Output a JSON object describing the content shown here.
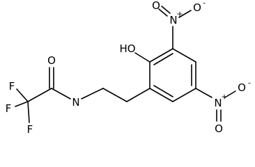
{
  "molecule": {
    "atoms": {
      "oh": "HO",
      "nh": "N",
      "carbonyl_o": "O",
      "f1": "F",
      "f2": "F",
      "f3": "F",
      "nitro1_n": "N",
      "nitro1_plus": "+",
      "nitro1_o_minus": "O",
      "nitro1_minus": "-",
      "nitro1_o": "O",
      "nitro2_n": "N",
      "nitro2_plus": "+",
      "nitro2_o_minus": "O",
      "nitro2_minus": "-",
      "nitro2_o": "O"
    }
  }
}
